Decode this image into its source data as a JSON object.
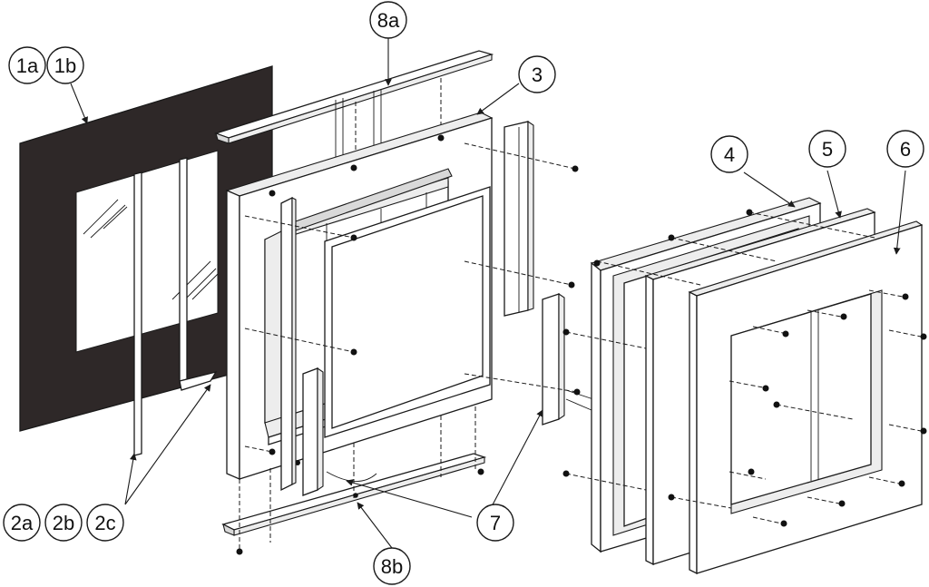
{
  "labels": {
    "l1a": "1a",
    "l1b": "1b",
    "l2a": "2a",
    "l2b": "2b",
    "l2c": "2c",
    "l3": "3",
    "l4": "4",
    "l5": "5",
    "l6": "6",
    "l7": "7",
    "l8a": "8a",
    "l8b": "8b"
  },
  "colors": {
    "glass_panel": "#2e2828",
    "line": "#1a1a1a",
    "background": "#ffffff"
  }
}
